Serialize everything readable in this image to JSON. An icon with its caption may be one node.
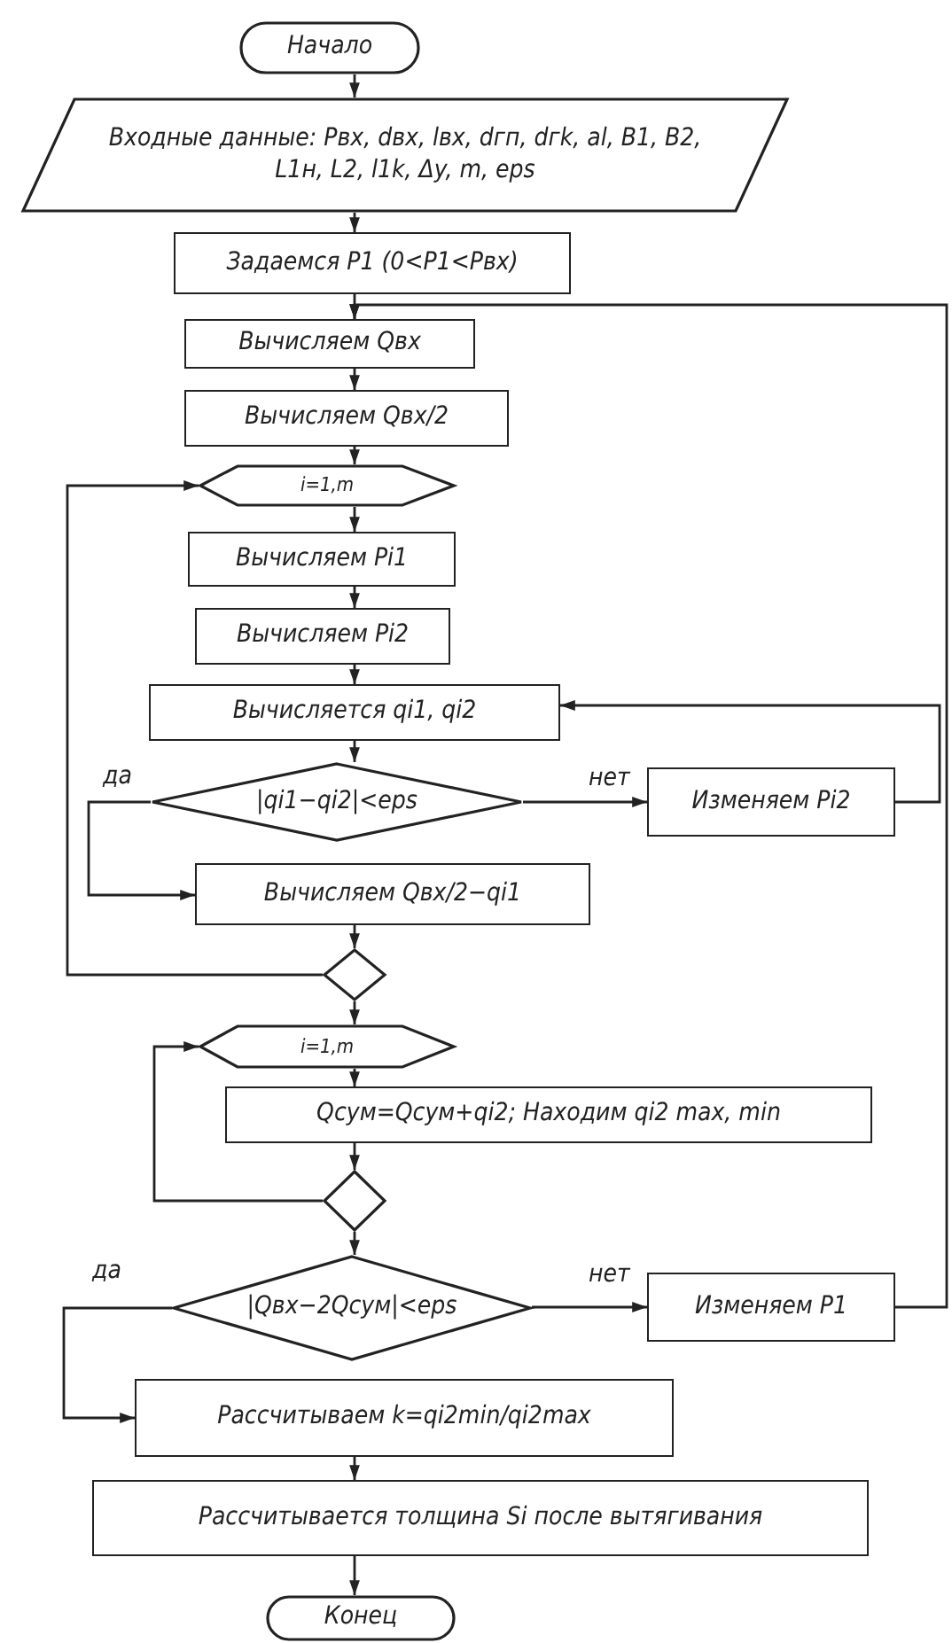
{
  "diagram": {
    "nodes": [
      {
        "text": [
          "Начало"
        ]
      },
      {
        "text": [
          "Входные данные: Рвх, dвх, lвх, dгп, dгk, al, B1, B2, L1н, L2, l1k, Δy, m, eps"
        ]
      },
      {
        "text": [
          "Задаемся P1 (0<P1<Рвх)"
        ]
      },
      {
        "text": [
          "Вычисляем Qвх"
        ]
      },
      {
        "text": [
          "Вычисляем Qвх/2"
        ]
      },
      {
        "text": [
          "i=1,m"
        ]
      },
      {
        "text": [
          "Вычисляем Pi1"
        ]
      },
      {
        "text": [
          "Вычисляем Pi2"
        ]
      },
      {
        "text": [
          "Вычисляется qi1, qi2"
        ]
      },
      {
        "text": [
          "|qi1−qi2|<eps"
        ]
      },
      {
        "text": [
          "Изменяем Pi2"
        ]
      },
      {
        "text": [
          "Вычисляем Qвх/2−qi1"
        ]
      },
      {
        "text": [],
        "shape": "diamond"
      },
      {
        "text": [
          "i=1,m"
        ]
      },
      {
        "text": [
          "Qсум=Qсум+qi2; Находим qi2 max, min"
        ]
      },
      {
        "text": [],
        "shape": "diamond"
      },
      {
        "text": [
          "|Qвх−2Qсум|<eps"
        ]
      },
      {
        "text": [
          "Изменяем P1"
        ]
      },
      {
        "text": [
          "Рассчитываем k=qi2min/qi2max"
        ]
      },
      {
        "text": [
          "Рассчитывается толщина Si после вытягивания"
        ]
      },
      {
        "text": [
          "Конец"
        ]
      }
    ],
    "edges": [
      {
        "from": 0,
        "to": 1,
        "arrow": "to"
      },
      {
        "from": 1,
        "to": 2,
        "arrow": "to"
      },
      {
        "from": 2,
        "to": 3,
        "arrow": "to"
      },
      {
        "from": 3,
        "to": 4,
        "arrow": "to"
      },
      {
        "from": 4,
        "to": 5,
        "arrow": "to"
      },
      {
        "from": 5,
        "to": 6,
        "arrow": "to"
      },
      {
        "from": 6,
        "to": 7,
        "arrow": "to"
      },
      {
        "from": 7,
        "to": 8,
        "arrow": "to"
      },
      {
        "from": 8,
        "to": 9,
        "arrow": "to"
      },
      {
        "from": 9,
        "to": 10,
        "arrow": "to",
        "label": "нет"
      },
      {
        "from": 10,
        "to": 8,
        "arrow": "to"
      },
      {
        "from": 9,
        "to": 11,
        "arrow": "to",
        "label": "да"
      },
      {
        "from": 11,
        "to": 12,
        "arrow": "to"
      },
      {
        "from": 12,
        "to": 5,
        "arrow": "to"
      },
      {
        "from": 12,
        "to": 13,
        "arrow": "to"
      },
      {
        "from": 13,
        "to": 14,
        "arrow": "to"
      },
      {
        "from": 14,
        "to": 15,
        "arrow": "to"
      },
      {
        "from": 15,
        "to": 13,
        "arrow": "to"
      },
      {
        "from": 15,
        "to": 16,
        "arrow": "to"
      },
      {
        "from": 16,
        "to": 17,
        "arrow": "to",
        "label": "нет"
      },
      {
        "from": 17,
        "to": 3,
        "arrow": "to"
      },
      {
        "from": 16,
        "to": 18,
        "arrow": "to",
        "label": "да"
      },
      {
        "from": 18,
        "to": 19,
        "arrow": "to"
      },
      {
        "from": 19,
        "to": 20,
        "arrow": "to"
      }
    ]
  }
}
